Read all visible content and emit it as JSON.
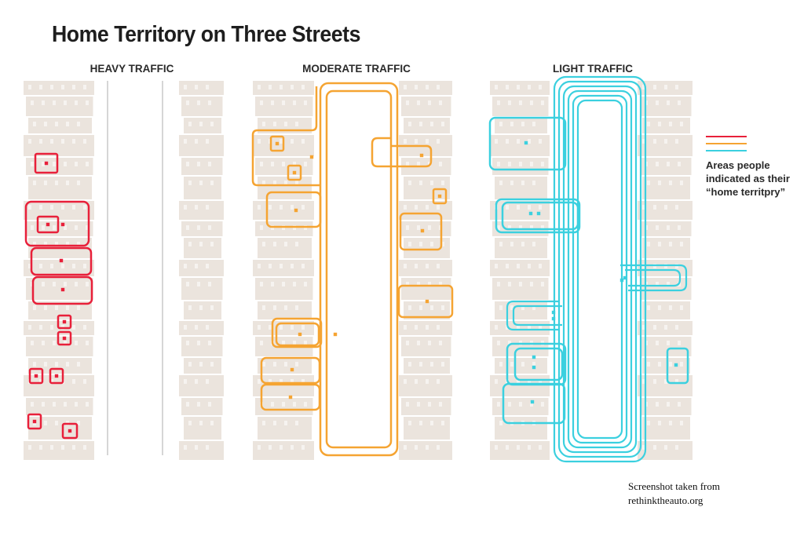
{
  "title": "Home Territory on Three Streets",
  "panels": [
    {
      "label": "HEAVY TRAFFIC",
      "color": "#e8203a"
    },
    {
      "label": "MODERATE TRAFFIC",
      "color": "#f5a432"
    },
    {
      "label": "LIGHT TRAFFIC",
      "color": "#3bd0df"
    }
  ],
  "legend": {
    "swatch_colors": [
      "#e8203a",
      "#f5a432",
      "#3bd0df"
    ],
    "line1": "Areas people",
    "line2": "indicated as their",
    "line3": "“home territpry”"
  },
  "credit": {
    "line1": "Screenshot taken from",
    "line2": "rethinktheauto.org"
  },
  "colors": {
    "building_fill": "#e9e1d9",
    "street_divider": "#d6d6d6"
  }
}
